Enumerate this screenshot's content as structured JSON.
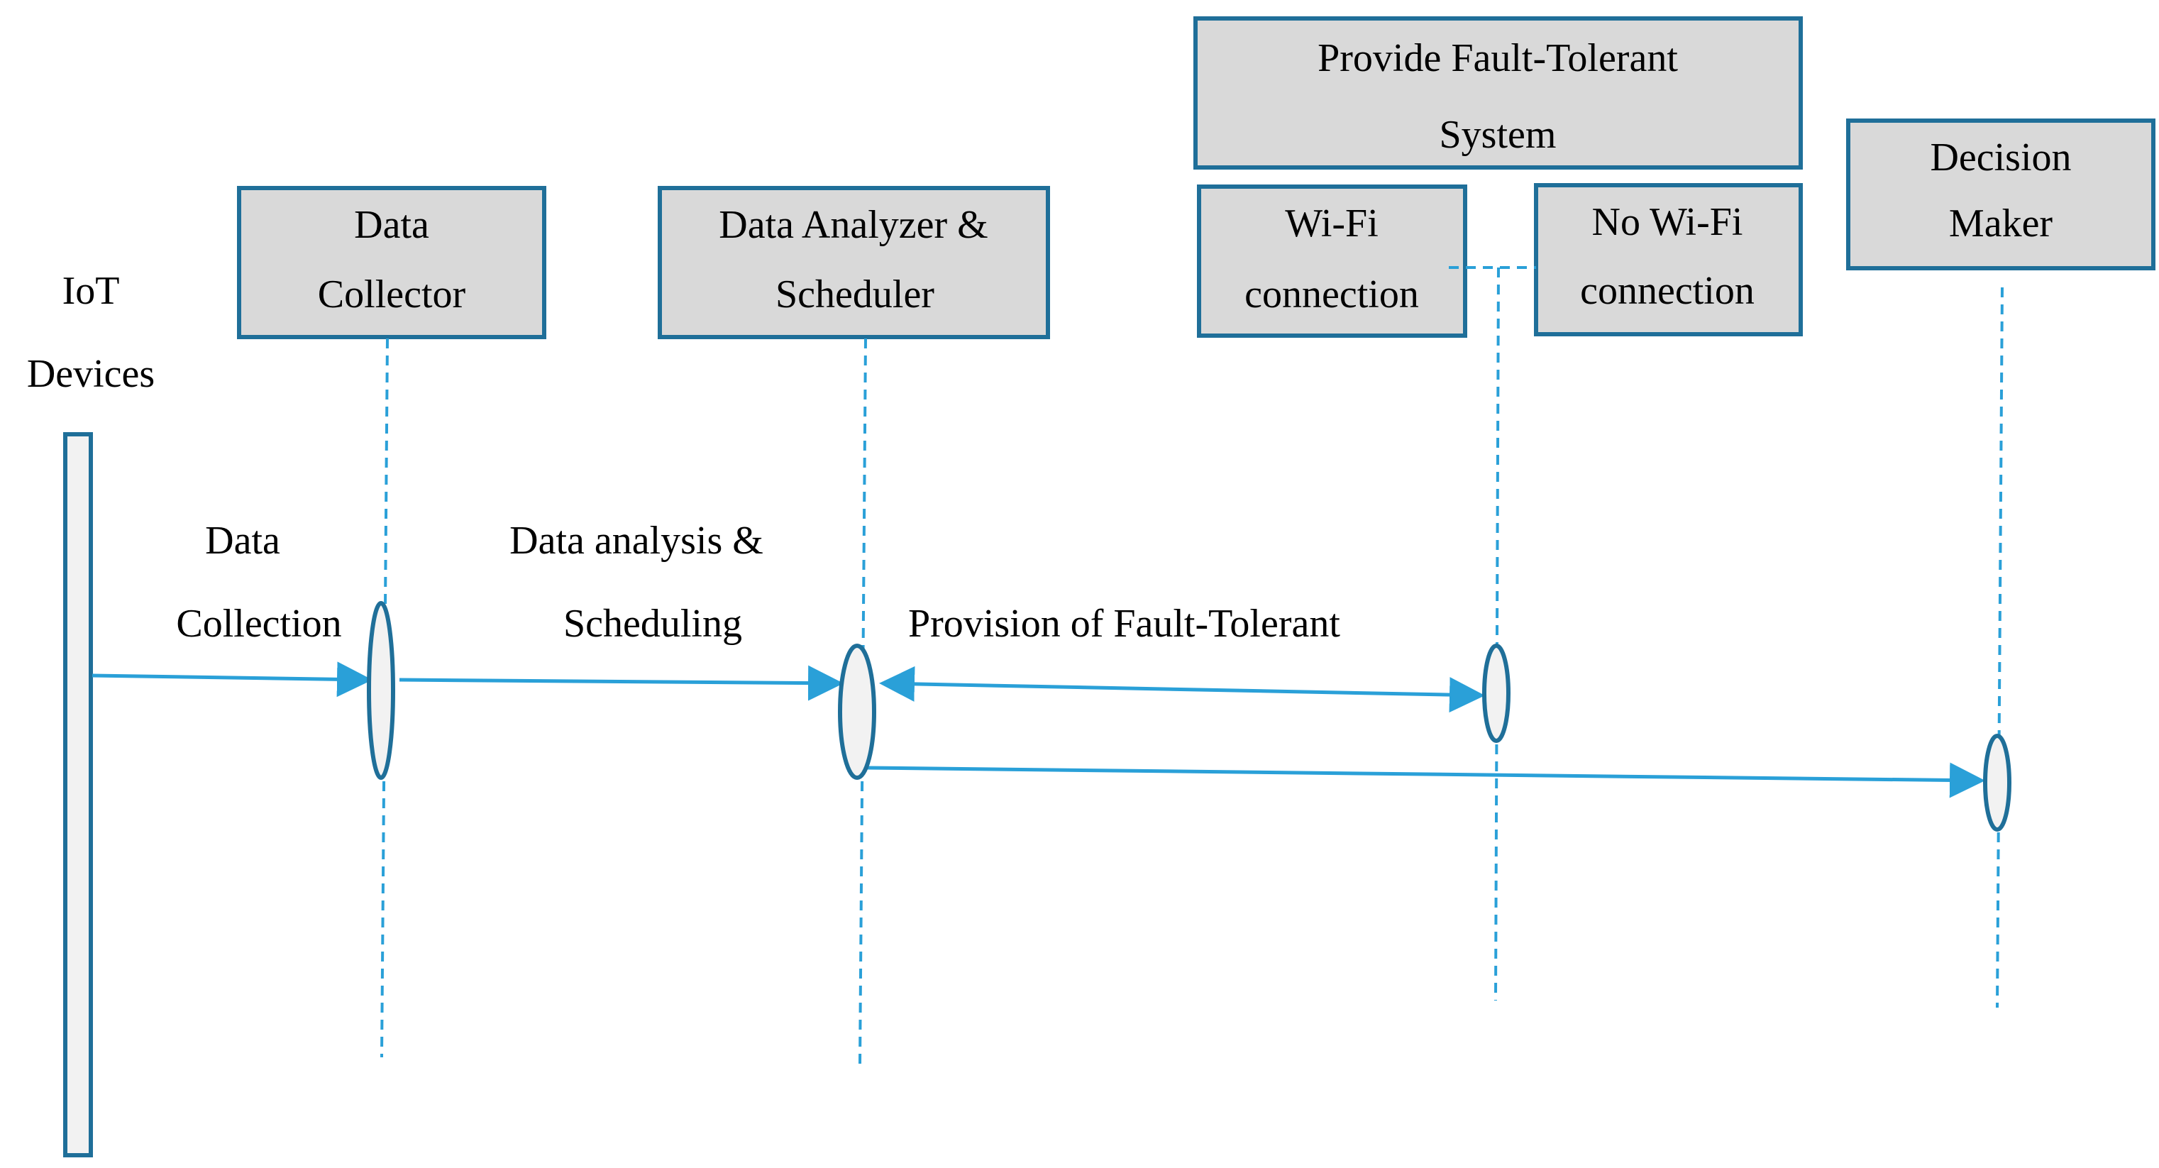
{
  "participants": {
    "iot_devices": {
      "line1": "IoT",
      "line2": "Devices"
    },
    "data_collector": {
      "line1": "Data",
      "line2": "Collector"
    },
    "data_analyzer": {
      "line1": "Data Analyzer &",
      "line2": "Scheduler"
    },
    "fault_tolerant_group": {
      "line1": "Provide Fault-Tolerant",
      "line2": "System"
    },
    "wifi": {
      "line1": "Wi-Fi",
      "line2": "connection"
    },
    "no_wifi": {
      "line1": "No Wi-Fi",
      "line2": "connection"
    },
    "decision_maker": {
      "line1": "Decision",
      "line2": "Maker"
    }
  },
  "messages": {
    "data_collection": {
      "line1": "Data",
      "line2": "Collection"
    },
    "data_analysis": {
      "line1": "Data analysis &",
      "line2": "Scheduling"
    },
    "fault_tolerant_provision": {
      "line1": "Provision of Fault-Tolerant"
    }
  },
  "colors": {
    "box_fill": "#d9d9d9",
    "box_border": "#1f6f99",
    "connector": "#2aa0d8",
    "activation_fill": "#f2f2f2"
  }
}
